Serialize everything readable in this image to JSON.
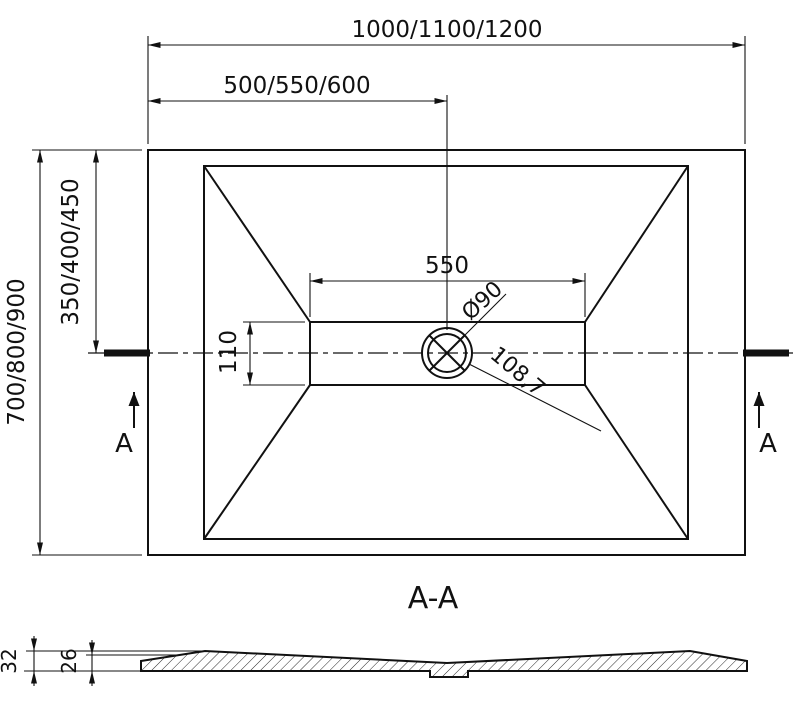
{
  "top_view": {
    "dims": {
      "overall_width": "1000/1100/1200",
      "center_width": "500/550/600",
      "overall_depth": "700/800/900",
      "center_depth": "350/400/450",
      "flat_area_width": "550",
      "flat_area_depth": "110",
      "drain_diameter": "Ø90",
      "drain_diagonal": "108,7"
    },
    "section_markers": {
      "left": "A",
      "right": "A"
    }
  },
  "section_view": {
    "label": "A-A",
    "dims": {
      "edge_height": "32",
      "base_height": "26"
    }
  },
  "colors": {
    "line": "#111111",
    "background": "#ffffff"
  }
}
